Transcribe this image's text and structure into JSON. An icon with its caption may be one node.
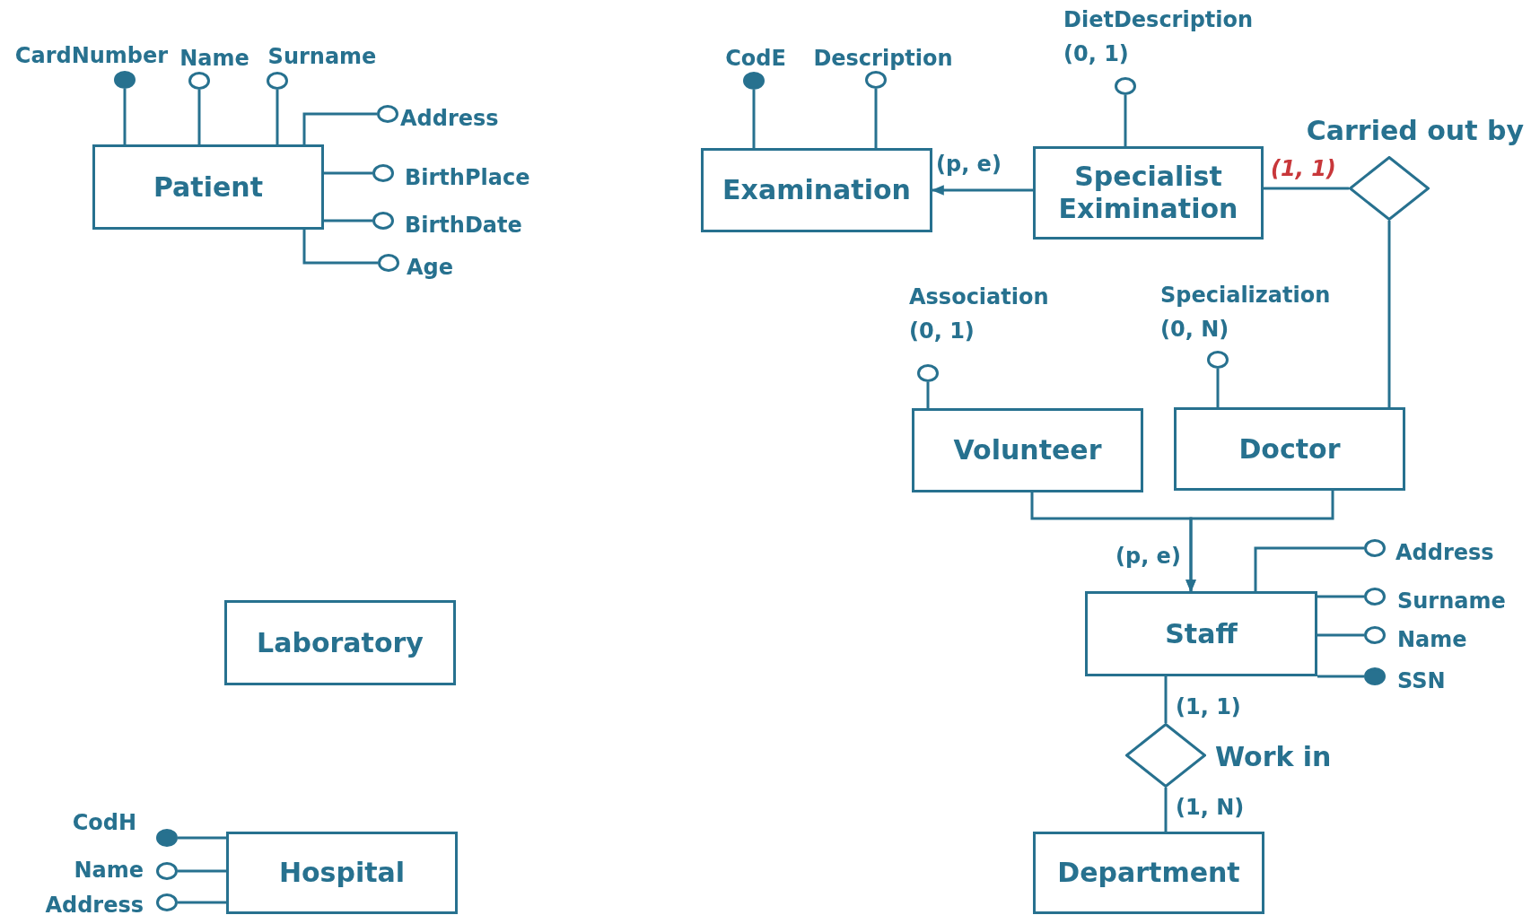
{
  "diagram": {
    "nodes": [
      {
        "text": [
          "Patient"
        ]
      },
      {
        "text": [],
        "shape": "dot",
        "beside": [
          "CardNumber"
        ]
      },
      {
        "text": [],
        "shape": "circle",
        "beside": [
          "Name"
        ]
      },
      {
        "text": [],
        "shape": "circle",
        "beside": [
          "Surname"
        ]
      },
      {
        "text": [],
        "shape": "circle",
        "beside": [
          "Address"
        ]
      },
      {
        "text": [],
        "shape": "circle",
        "beside": [
          "BirthPlace"
        ]
      },
      {
        "text": [],
        "shape": "circle",
        "beside": [
          "BirthDate"
        ]
      },
      {
        "text": [],
        "shape": "circle",
        "beside": [
          "Age"
        ]
      },
      {
        "text": [
          "Examination"
        ]
      },
      {
        "text": [],
        "shape": "dot",
        "beside": [
          "CodE"
        ]
      },
      {
        "text": [],
        "shape": "circle",
        "beside": [
          "Description"
        ]
      },
      {
        "text": [
          "Specialist Eximination"
        ]
      },
      {
        "text": [],
        "shape": "circle",
        "beside": [
          "DietDescription",
          "(0, 1)"
        ]
      },
      {
        "text": [
          "Carried out by"
        ]
      },
      {
        "text": [
          "Volunteer"
        ]
      },
      {
        "text": [],
        "shape": "circle",
        "beside": [
          "Association",
          "(0, 1)"
        ]
      },
      {
        "text": [
          "Doctor"
        ]
      },
      {
        "text": [],
        "shape": "circle",
        "beside": [
          "Specialization",
          "(0, N)"
        ]
      },
      {
        "text": [
          "Staff"
        ]
      },
      {
        "text": [],
        "shape": "circle",
        "beside": [
          "Address"
        ]
      },
      {
        "text": [],
        "shape": "circle",
        "beside": [
          "Surname"
        ]
      },
      {
        "text": [],
        "shape": "circle",
        "beside": [
          "Name"
        ]
      },
      {
        "text": [],
        "shape": "dot",
        "beside": [
          "SSN"
        ]
      },
      {
        "text": [
          "Work in"
        ]
      },
      {
        "text": [
          "Department"
        ]
      },
      {
        "text": [
          "Laboratory"
        ]
      },
      {
        "text": [
          "Hospital"
        ]
      },
      {
        "text": [],
        "shape": "dot",
        "beside": [
          "CodH"
        ]
      },
      {
        "text": [],
        "shape": "circle",
        "beside": [
          "Name"
        ]
      },
      {
        "text": [],
        "shape": "circle",
        "beside": [
          "Address"
        ]
      }
    ],
    "edges": [
      {
        "from": 0,
        "to": 1,
        "arrow": "none"
      },
      {
        "from": 0,
        "to": 2,
        "arrow": "none"
      },
      {
        "from": 0,
        "to": 3,
        "arrow": "none"
      },
      {
        "from": 0,
        "to": 4,
        "arrow": "none"
      },
      {
        "from": 0,
        "to": 5,
        "arrow": "none"
      },
      {
        "from": 0,
        "to": 6,
        "arrow": "none"
      },
      {
        "from": 0,
        "to": 7,
        "arrow": "none"
      },
      {
        "from": 8,
        "to": 9,
        "arrow": "none"
      },
      {
        "from": 8,
        "to": 10,
        "arrow": "none"
      },
      {
        "from": 11,
        "to": 8,
        "arrow": "to",
        "label": "(p, e)"
      },
      {
        "from": 11,
        "to": 12,
        "arrow": "none"
      },
      {
        "from": 11,
        "to": 13,
        "arrow": "none",
        "label": "(1, 1)"
      },
      {
        "from": 16,
        "to": 13,
        "arrow": "none"
      },
      {
        "from": 14,
        "to": 15,
        "arrow": "none"
      },
      {
        "from": 16,
        "to": 17,
        "arrow": "none"
      },
      {
        "from": 14,
        "to": 18,
        "arrow": "to",
        "label": "(p, e)"
      },
      {
        "from": 16,
        "to": 18,
        "arrow": "to"
      },
      {
        "from": 18,
        "to": 19,
        "arrow": "none"
      },
      {
        "from": 18,
        "to": 20,
        "arrow": "none"
      },
      {
        "from": 18,
        "to": 21,
        "arrow": "none"
      },
      {
        "from": 18,
        "to": 22,
        "arrow": "none"
      },
      {
        "from": 18,
        "to": 23,
        "arrow": "none",
        "label": "(1, 1)"
      },
      {
        "from": 23,
        "to": 24,
        "arrow": "none",
        "label": "(1, N)"
      },
      {
        "from": 26,
        "to": 27,
        "arrow": "none"
      },
      {
        "from": 26,
        "to": 28,
        "arrow": "none"
      },
      {
        "from": 26,
        "to": 29,
        "arrow": "none"
      }
    ]
  }
}
